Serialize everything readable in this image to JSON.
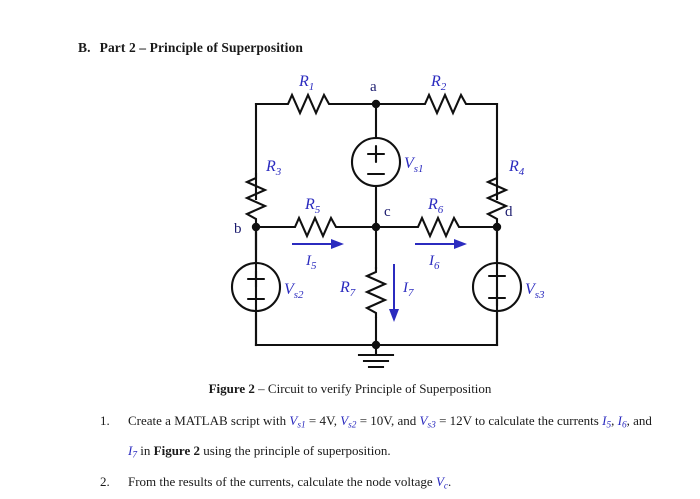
{
  "heading": {
    "letter": "B.",
    "text": "Part 2 – Principle of Superposition"
  },
  "figure": {
    "caption_label": "Figure 2",
    "caption_text": " – Circuit to verify Principle of Superposition"
  },
  "circuit": {
    "resistors": [
      {
        "name": "R1",
        "base": "R",
        "sub": "1"
      },
      {
        "name": "R2",
        "base": "R",
        "sub": "2"
      },
      {
        "name": "R3",
        "base": "R",
        "sub": "3"
      },
      {
        "name": "R4",
        "base": "R",
        "sub": "4"
      },
      {
        "name": "R5",
        "base": "R",
        "sub": "5"
      },
      {
        "name": "R6",
        "base": "R",
        "sub": "6"
      },
      {
        "name": "R7",
        "base": "R",
        "sub": "7"
      }
    ],
    "sources": [
      {
        "name": "Vs1",
        "base": "V",
        "sub": "s1",
        "top_terminal": "+",
        "bottom_terminal": "−"
      },
      {
        "name": "Vs2",
        "base": "V",
        "sub": "s2",
        "top_terminal": "+",
        "bottom_terminal": "−"
      },
      {
        "name": "Vs3",
        "base": "V",
        "sub": "s3",
        "top_terminal": "−",
        "bottom_terminal": "+"
      }
    ],
    "nodes": [
      {
        "name": "a"
      },
      {
        "name": "b"
      },
      {
        "name": "c"
      },
      {
        "name": "d"
      }
    ],
    "currents": [
      {
        "name": "I5",
        "base": "I",
        "sub": "5",
        "direction": "right"
      },
      {
        "name": "I6",
        "base": "I",
        "sub": "6",
        "direction": "right"
      },
      {
        "name": "I7",
        "base": "I",
        "sub": "7",
        "direction": "down"
      }
    ],
    "ground": "ground-symbol",
    "accent_color": "#2b2bbf",
    "wire_color": "#101010"
  },
  "questions": [
    {
      "number": "1.",
      "parts": [
        {
          "t": "text",
          "v": "Create a MATLAB script with "
        },
        {
          "t": "var",
          "base": "V",
          "sub": "s1"
        },
        {
          "t": "text",
          "v": " = 4V, "
        },
        {
          "t": "var",
          "base": "V",
          "sub": "s2"
        },
        {
          "t": "text",
          "v": " = 10V, and "
        },
        {
          "t": "var",
          "base": "V",
          "sub": "s3"
        },
        {
          "t": "text",
          "v": " = 12V to calculate the currents "
        },
        {
          "t": "var",
          "base": "I",
          "sub": "5"
        },
        {
          "t": "text",
          "v": ", "
        },
        {
          "t": "var",
          "base": "I",
          "sub": "6"
        },
        {
          "t": "text",
          "v": ", and "
        },
        {
          "t": "var",
          "base": "I",
          "sub": "7"
        },
        {
          "t": "text",
          "v": " in "
        },
        {
          "t": "bold",
          "v": "Figure 2"
        },
        {
          "t": "text",
          "v": " using the principle of superposition."
        }
      ]
    },
    {
      "number": "2.",
      "parts": [
        {
          "t": "text",
          "v": "From the results of the currents, calculate the node voltage "
        },
        {
          "t": "var",
          "base": "V",
          "sub": "c"
        },
        {
          "t": "text",
          "v": "."
        }
      ]
    }
  ]
}
